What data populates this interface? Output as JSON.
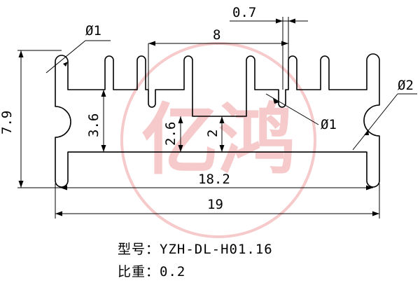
{
  "diagram": {
    "dimensions": {
      "top_pitch": "0.7",
      "top_span": "8",
      "fin_radius_left": "Ø1",
      "fin_radius_right": "Ø2",
      "groove_radius": "Ø1",
      "height_total": "7.9",
      "height_mid": "3.6",
      "height_slot": "2.6",
      "height_channel": "2",
      "base_width": "18.2",
      "overall_width": "19"
    },
    "watermark": "亿鸿",
    "colors": {
      "line": "#000000",
      "watermark": "#f0a0a0"
    }
  },
  "caption": {
    "model_label": "型号：",
    "model_value": "YZH-DL-H01.16",
    "ratio_label": "比重：",
    "ratio_value": "0.2"
  }
}
